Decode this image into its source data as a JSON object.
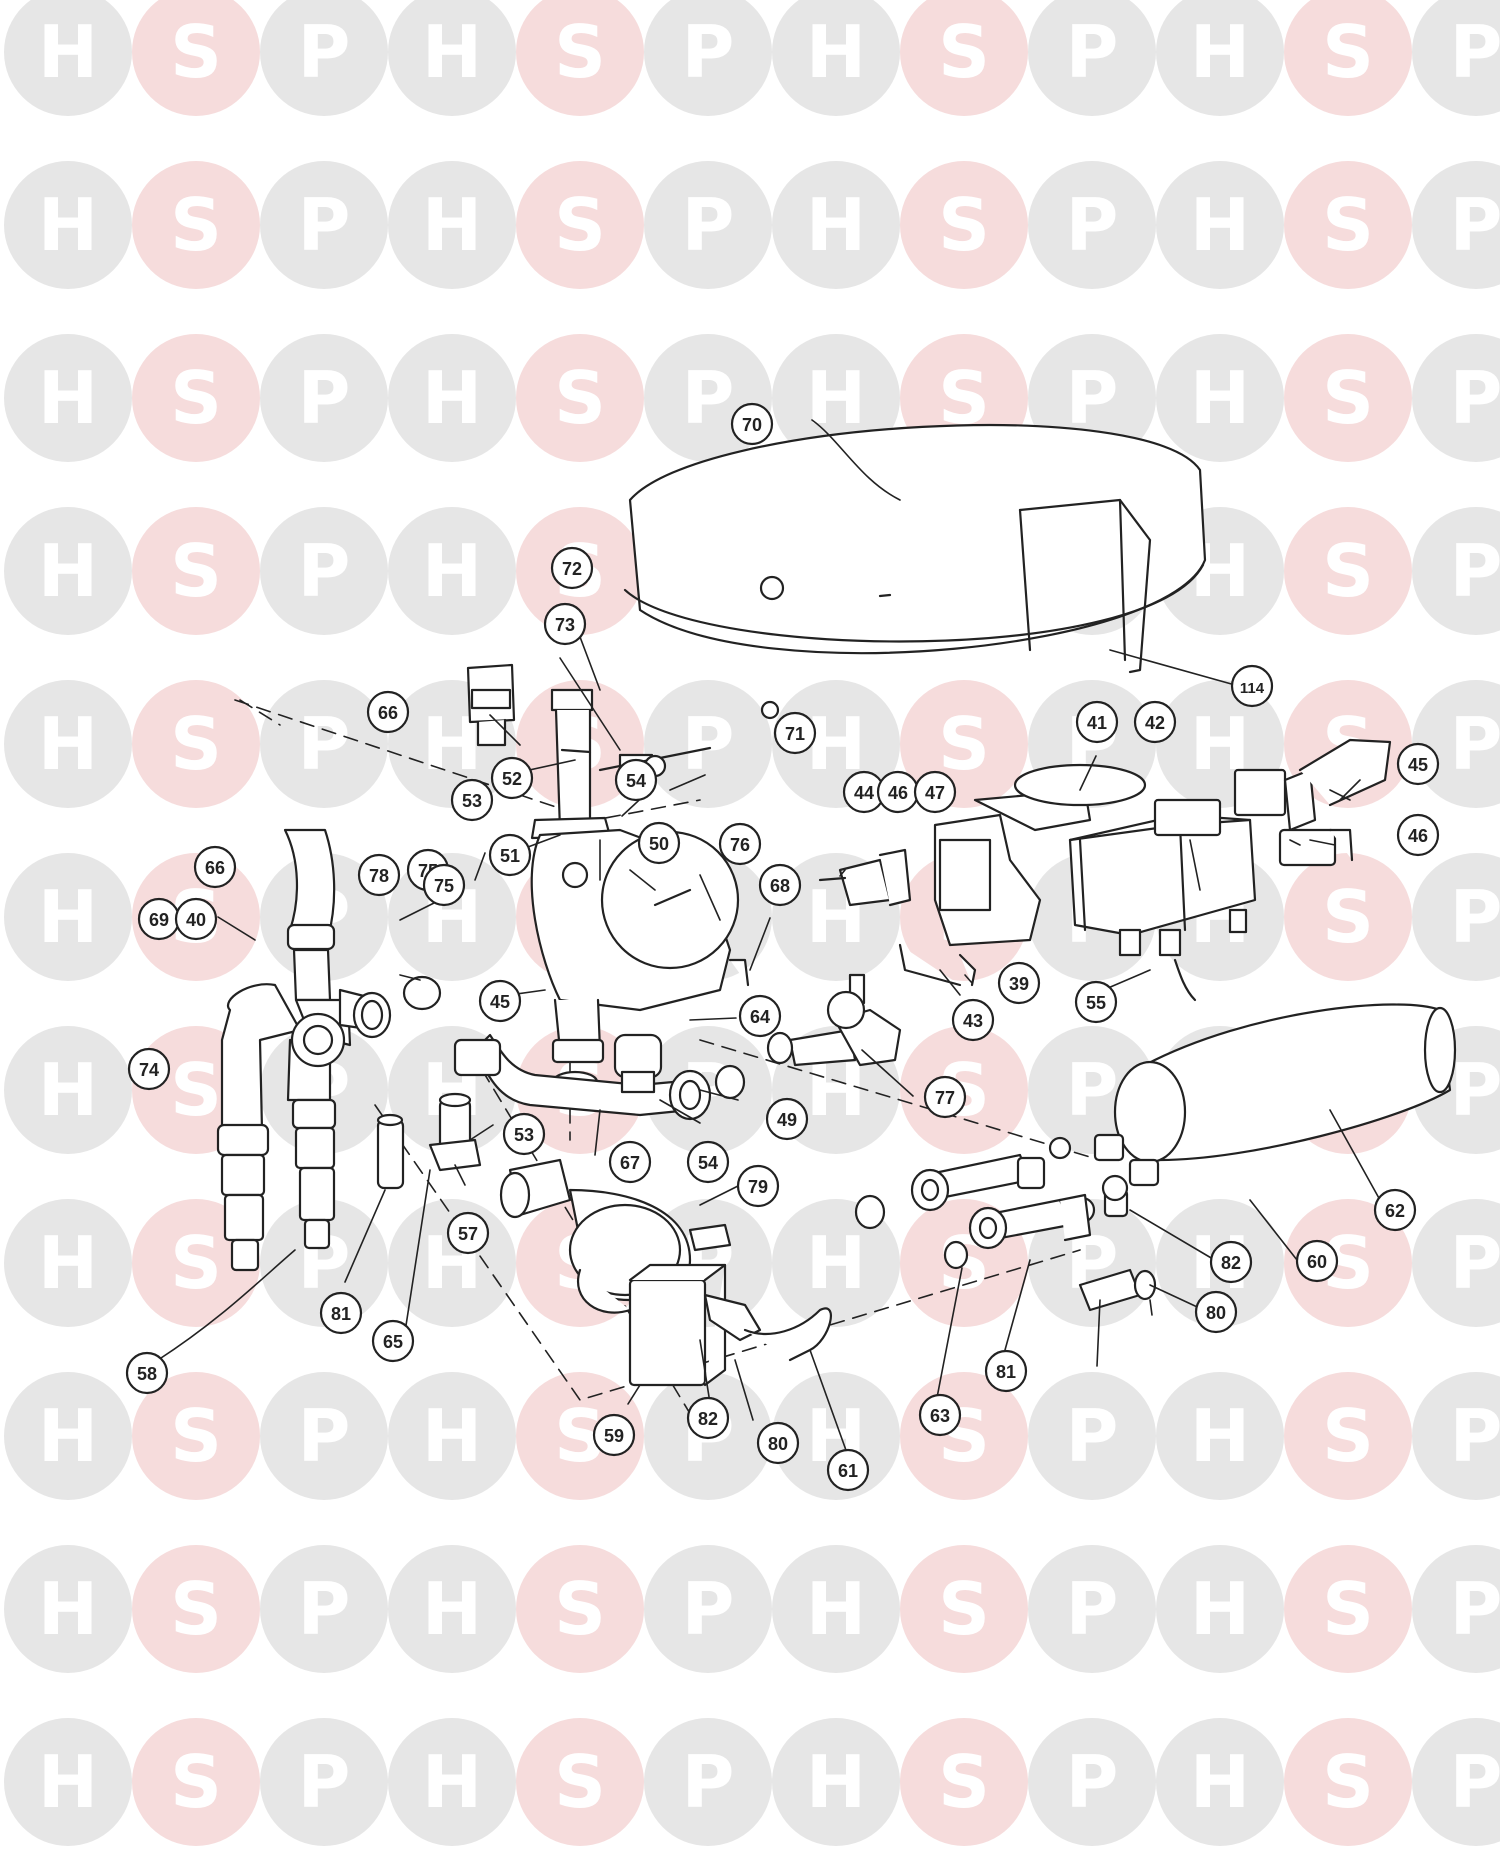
{
  "watermark": {
    "letters": [
      "H",
      "S",
      "P"
    ],
    "colors": {
      "h": "#e6e6e6",
      "s": "#f6dcdc",
      "p": "#e6e6e6",
      "letter": "#ffffff"
    }
  },
  "diagram": {
    "line_color": "#222222",
    "callouts": [
      "70",
      "72",
      "73",
      "114",
      "66",
      "52",
      "53",
      "54",
      "71",
      "41",
      "42",
      "45",
      "46",
      "66",
      "44",
      "46",
      "47",
      "50",
      "75",
      "51",
      "78",
      "75",
      "76",
      "68",
      "69",
      "40",
      "39",
      "43",
      "55",
      "45",
      "64",
      "74",
      "77",
      "49",
      "67",
      "54",
      "53",
      "57",
      "79",
      "62",
      "60",
      "82",
      "80",
      "81",
      "65",
      "58",
      "59",
      "82",
      "80",
      "61",
      "63",
      "81"
    ]
  }
}
